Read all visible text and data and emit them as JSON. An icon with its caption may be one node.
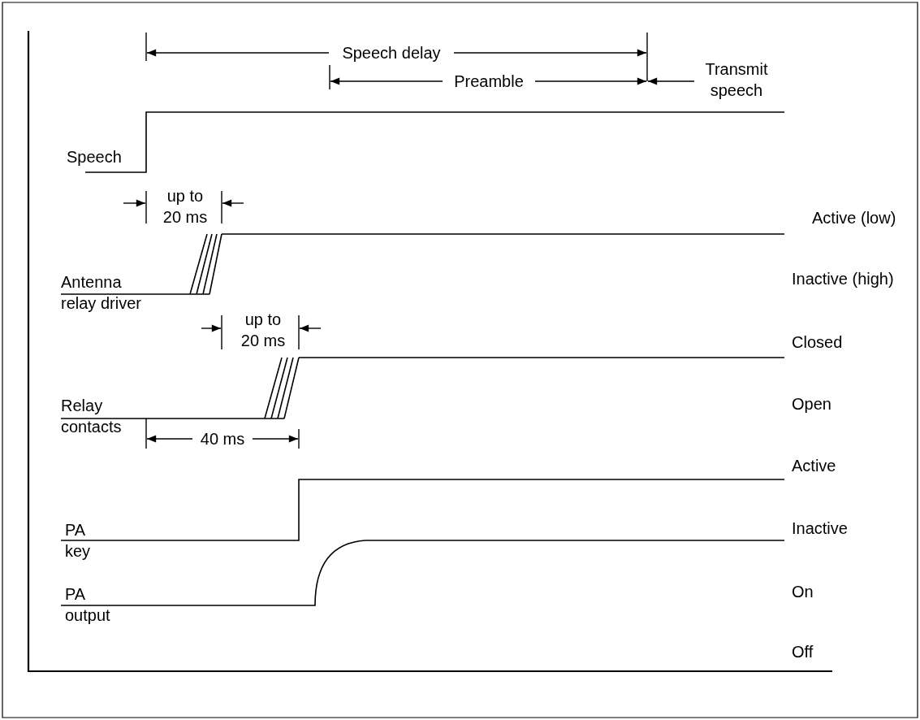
{
  "diagram": {
    "labels": [
      "Speech delay",
      "Preamble",
      "Transmit speech",
      "Speech",
      "up to 20 ms",
      "Active (low)",
      "Antenna relay driver",
      "Inactive (high)",
      "up to 20 ms",
      "Closed",
      "Relay contacts",
      "Open",
      "40 ms",
      "Active",
      "PA key",
      "Inactive",
      "On",
      "PA output",
      "Off"
    ]
  }
}
